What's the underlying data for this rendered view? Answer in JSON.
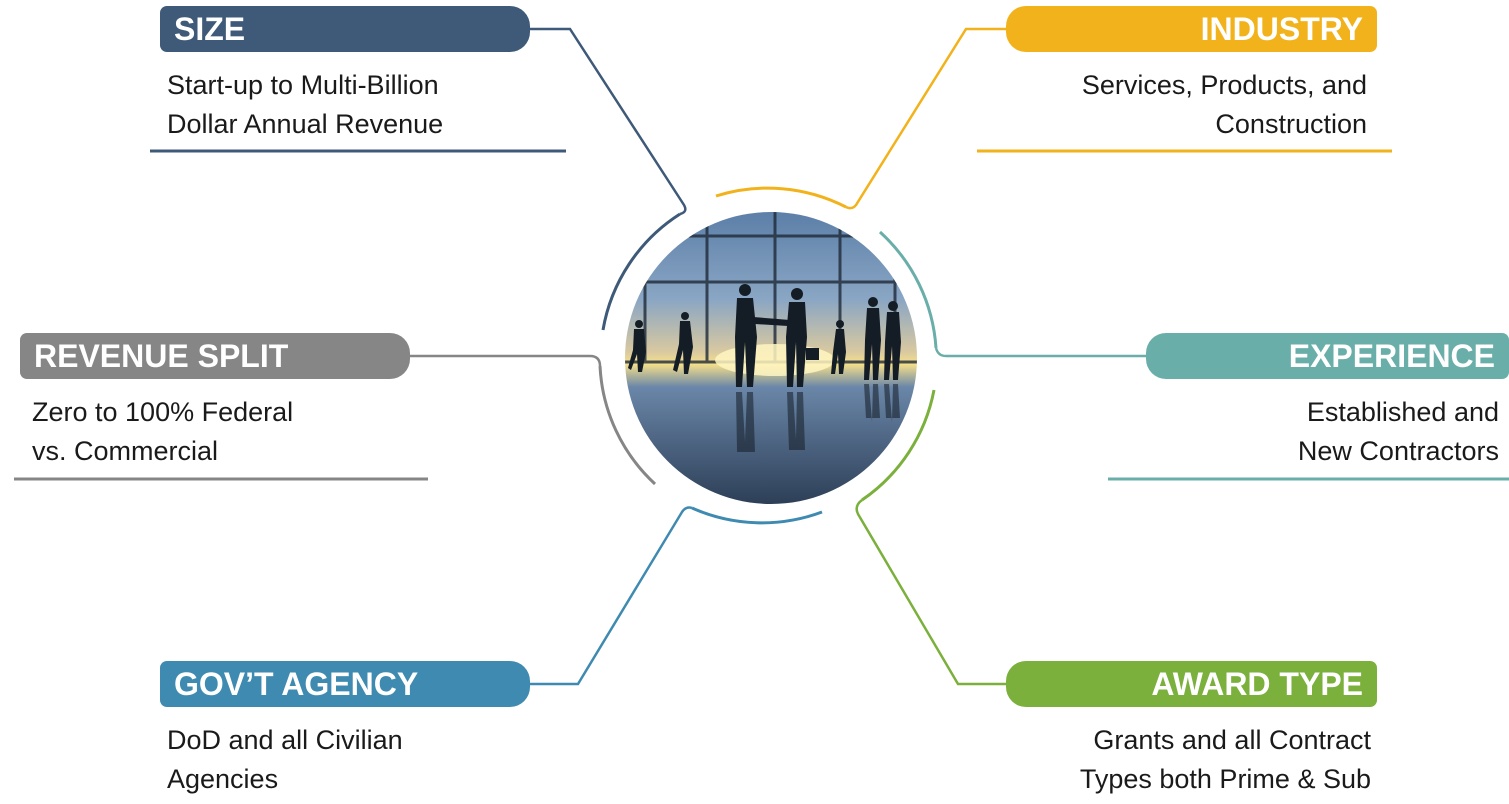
{
  "colors": {
    "size": "#3e5a78",
    "industry": "#f2b21b",
    "revenue_split": "#868686",
    "experience": "#6aaea9",
    "govt_agency": "#3f8ab0",
    "award_type": "#7bb03c"
  },
  "nodes": {
    "size": {
      "title": "SIZE",
      "line1": "Start-up to Multi-Billion",
      "line2": "Dollar Annual Revenue"
    },
    "industry": {
      "title": "INDUSTRY",
      "line1": "Services, Products, and",
      "line2": "Construction"
    },
    "revenue_split": {
      "title": "REVENUE SPLIT",
      "line1": "Zero to 100% Federal",
      "line2": "vs. Commercial"
    },
    "experience": {
      "title": "EXPERIENCE",
      "line1": "Established and",
      "line2": "New Contractors"
    },
    "govt_agency": {
      "title": "GOV’T AGENCY",
      "line1": "DoD and all Civilian",
      "line2": "Agencies"
    },
    "award_type": {
      "title": "AWARD TYPE",
      "line1": "Grants and all Contract",
      "line2": "Types both Prime & Sub"
    }
  },
  "center": {
    "image": "business-handshake-silhouette-photo"
  }
}
